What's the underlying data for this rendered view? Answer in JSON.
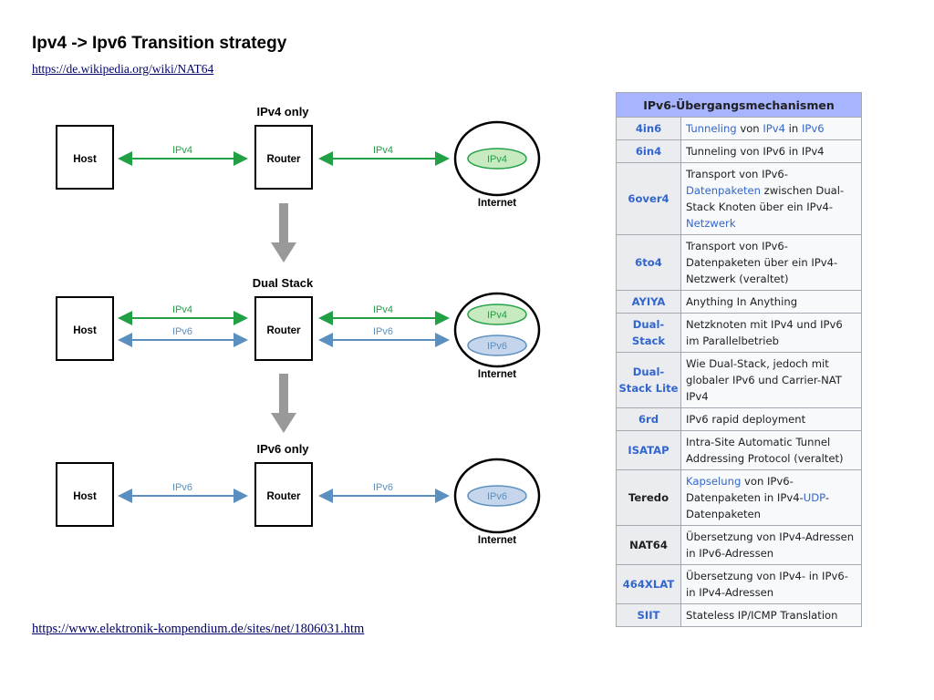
{
  "title": "Ipv4 -> Ipv6 Transition strategy",
  "links": {
    "top": "https://de.wikipedia.org/wiki/NAT64",
    "bottom": "https://www.elektronik-kompendium.de/sites/net/1806031.htm"
  },
  "diagram": {
    "sections": [
      {
        "title": "IPv4 only",
        "host": "Host",
        "router": "Router",
        "left": [
          "IPv4"
        ],
        "right": [
          "IPv4"
        ],
        "cloud": [
          "IPv4"
        ],
        "internet": "Internet"
      },
      {
        "title": "Dual Stack",
        "host": "Host",
        "router": "Router",
        "left": [
          "IPv4",
          "IPv6"
        ],
        "right": [
          "IPv4",
          "IPv6"
        ],
        "cloud": [
          "IPv4",
          "IPv6"
        ],
        "internet": "Internet"
      },
      {
        "title": "IPv6 only",
        "host": "Host",
        "router": "Router",
        "left": [
          "IPv6"
        ],
        "right": [
          "IPv6"
        ],
        "cloud": [
          "IPv6"
        ],
        "internet": "Internet"
      }
    ],
    "colors": {
      "ipv4": "#22a045",
      "ipv6": "#5a8fc0",
      "arrow_down": "#999999"
    }
  },
  "table": {
    "header": "IPv6-Übergangsmechanismen",
    "rows": [
      {
        "key": "4in6",
        "parts": [
          {
            "t": "Tunneling",
            "link": true
          },
          {
            "t": " von "
          },
          {
            "t": "IPv4",
            "link": true
          },
          {
            "t": " in "
          },
          {
            "t": "IPv6",
            "link": true
          }
        ]
      },
      {
        "key": "6in4",
        "parts": [
          {
            "t": "Tunneling von IPv6 in IPv4"
          }
        ]
      },
      {
        "key": "6over4",
        "parts": [
          {
            "t": "Transport von IPv6-"
          },
          {
            "t": "Datenpaketen",
            "link": true
          },
          {
            "t": " zwischen Dual-Stack Knoten über ein IPv4-"
          },
          {
            "t": "Netzwerk",
            "link": true
          }
        ]
      },
      {
        "key": "6to4",
        "parts": [
          {
            "t": "Transport von IPv6-Datenpaketen über ein IPv4-Netzwerk (veraltet)"
          }
        ]
      },
      {
        "key": "AYIYA",
        "parts": [
          {
            "t": "Anything In Anything"
          }
        ]
      },
      {
        "key": "Dual-Stack",
        "parts": [
          {
            "t": "Netzknoten mit IPv4 und IPv6 im Parallelbetrieb"
          }
        ]
      },
      {
        "key": "Dual-Stack Lite",
        "parts": [
          {
            "t": "Wie Dual-Stack, jedoch mit globaler IPv6 und Carrier-NAT IPv4"
          }
        ]
      },
      {
        "key": "6rd",
        "parts": [
          {
            "t": "IPv6 rapid deployment"
          }
        ]
      },
      {
        "key": "ISATAP",
        "parts": [
          {
            "t": "Intra-Site Automatic Tunnel Addressing Protocol (veraltet)"
          }
        ]
      },
      {
        "key": "Teredo",
        "dark_key": true,
        "parts": [
          {
            "t": "Kapselung",
            "link": true
          },
          {
            "t": " von IPv6-Datenpaketen in IPv4-"
          },
          {
            "t": "UDP",
            "link": true
          },
          {
            "t": "-Datenpaketen"
          }
        ]
      },
      {
        "key": "NAT64",
        "dark_key": true,
        "parts": [
          {
            "t": "Übersetzung von IPv4-Adressen in IPv6-Adressen"
          }
        ]
      },
      {
        "key": "464XLAT",
        "parts": [
          {
            "t": "Übersetzung von IPv4- in IPv6- in IPv4-Adressen"
          }
        ]
      },
      {
        "key": "SIIT",
        "parts": [
          {
            "t": "Stateless IP/ICMP Translation"
          }
        ]
      }
    ]
  }
}
